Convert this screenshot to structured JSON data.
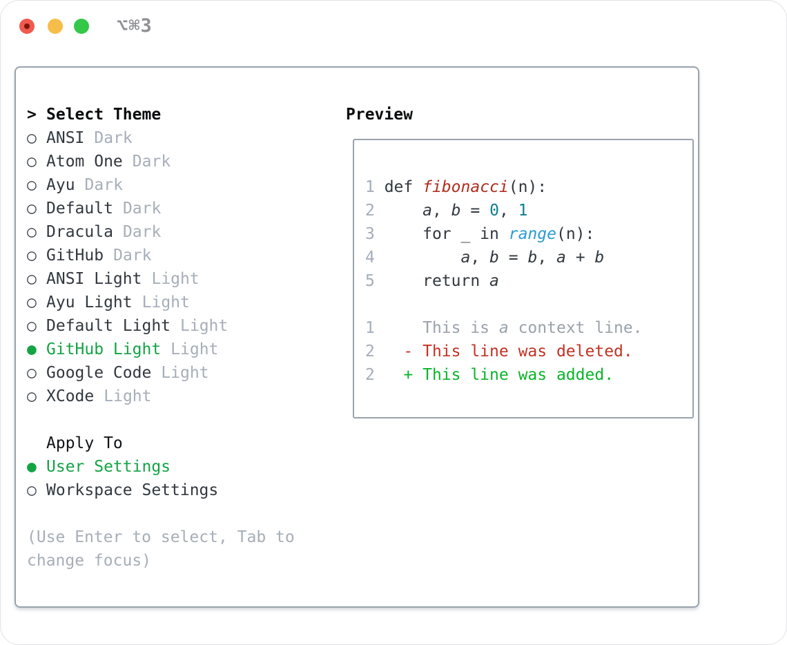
{
  "window": {
    "title": "⌥⌘3"
  },
  "themes": {
    "cursor": ">",
    "header": "Select Theme",
    "items": [
      {
        "bullet": "○",
        "name": "ANSI",
        "tag": "Dark",
        "selected": false
      },
      {
        "bullet": "○",
        "name": "Atom One",
        "tag": "Dark",
        "selected": false
      },
      {
        "bullet": "○",
        "name": "Ayu",
        "tag": "Dark",
        "selected": false
      },
      {
        "bullet": "○",
        "name": "Default",
        "tag": "Dark",
        "selected": false
      },
      {
        "bullet": "○",
        "name": "Dracula",
        "tag": "Dark",
        "selected": false
      },
      {
        "bullet": "○",
        "name": "GitHub",
        "tag": "Dark",
        "selected": false
      },
      {
        "bullet": "○",
        "name": "ANSI Light",
        "tag": "Light",
        "selected": false
      },
      {
        "bullet": "○",
        "name": "Ayu Light",
        "tag": "Light",
        "selected": false
      },
      {
        "bullet": "○",
        "name": "Default Light",
        "tag": "Light",
        "selected": false
      },
      {
        "bullet": "●",
        "name": "GitHub Light",
        "tag": "Light",
        "selected": true
      },
      {
        "bullet": "○",
        "name": "Google Code",
        "tag": "Light",
        "selected": false
      },
      {
        "bullet": "○",
        "name": "XCode",
        "tag": "Light",
        "selected": false
      }
    ]
  },
  "apply_to": {
    "header": "Apply To",
    "items": [
      {
        "bullet": "●",
        "name": "User Settings",
        "selected": true
      },
      {
        "bullet": "○",
        "name": "Workspace Settings",
        "selected": false
      }
    ]
  },
  "help": {
    "line1": "(Use Enter to select, Tab to",
    "line2": "change focus)"
  },
  "preview": {
    "header": "Preview",
    "lines": [
      [
        {
          "t": "1",
          "s": "ln"
        },
        {
          "t": " def ",
          "s": "code"
        },
        {
          "t": "fibonacci",
          "s": "fn"
        },
        {
          "t": "(n):",
          "s": "code"
        }
      ],
      [
        {
          "t": "2",
          "s": "ln"
        },
        {
          "t": "     ",
          "s": "code"
        },
        {
          "t": "a",
          "s": "var"
        },
        {
          "t": ", ",
          "s": "code"
        },
        {
          "t": "b",
          "s": "var"
        },
        {
          "t": " = ",
          "s": "code"
        },
        {
          "t": "0",
          "s": "num"
        },
        {
          "t": ", ",
          "s": "code"
        },
        {
          "t": "1",
          "s": "num"
        }
      ],
      [
        {
          "t": "3",
          "s": "ln"
        },
        {
          "t": "     for _ in ",
          "s": "code"
        },
        {
          "t": "range",
          "s": "call"
        },
        {
          "t": "(n):",
          "s": "code"
        }
      ],
      [
        {
          "t": "4",
          "s": "ln"
        },
        {
          "t": "         ",
          "s": "code"
        },
        {
          "t": "a",
          "s": "var"
        },
        {
          "t": ", ",
          "s": "code"
        },
        {
          "t": "b",
          "s": "var"
        },
        {
          "t": " = ",
          "s": "code"
        },
        {
          "t": "b",
          "s": "var"
        },
        {
          "t": ", ",
          "s": "code"
        },
        {
          "t": "a",
          "s": "var"
        },
        {
          "t": " + ",
          "s": "code"
        },
        {
          "t": "b",
          "s": "var"
        }
      ],
      [
        {
          "t": "5",
          "s": "ln"
        },
        {
          "t": "     return ",
          "s": "code"
        },
        {
          "t": "a",
          "s": "var"
        }
      ],
      [],
      [
        {
          "t": "1",
          "s": "ln"
        },
        {
          "t": "     This is ",
          "s": "ctx"
        },
        {
          "t": "a",
          "s": "ctxvar"
        },
        {
          "t": " context line.",
          "s": "ctx"
        }
      ],
      [
        {
          "t": "2",
          "s": "ln"
        },
        {
          "t": "   - This line was deleted.",
          "s": "del"
        }
      ],
      [
        {
          "t": "2",
          "s": "ln"
        },
        {
          "t": "   + This line was added.",
          "s": "add"
        }
      ]
    ]
  },
  "colors": {
    "selected_green": "#13a444",
    "added_green": "#0ab42a",
    "deleted_red": "#c43122",
    "function_red": "#b12d1e",
    "number_teal": "#0d7f8c",
    "call_blue": "#2b9bd0",
    "muted_gray": "#a6aeb9",
    "border_gray": "#99a2ad",
    "traffic_red": "#f1594e",
    "traffic_yellow": "#f7bd49",
    "traffic_green": "#34c748"
  }
}
